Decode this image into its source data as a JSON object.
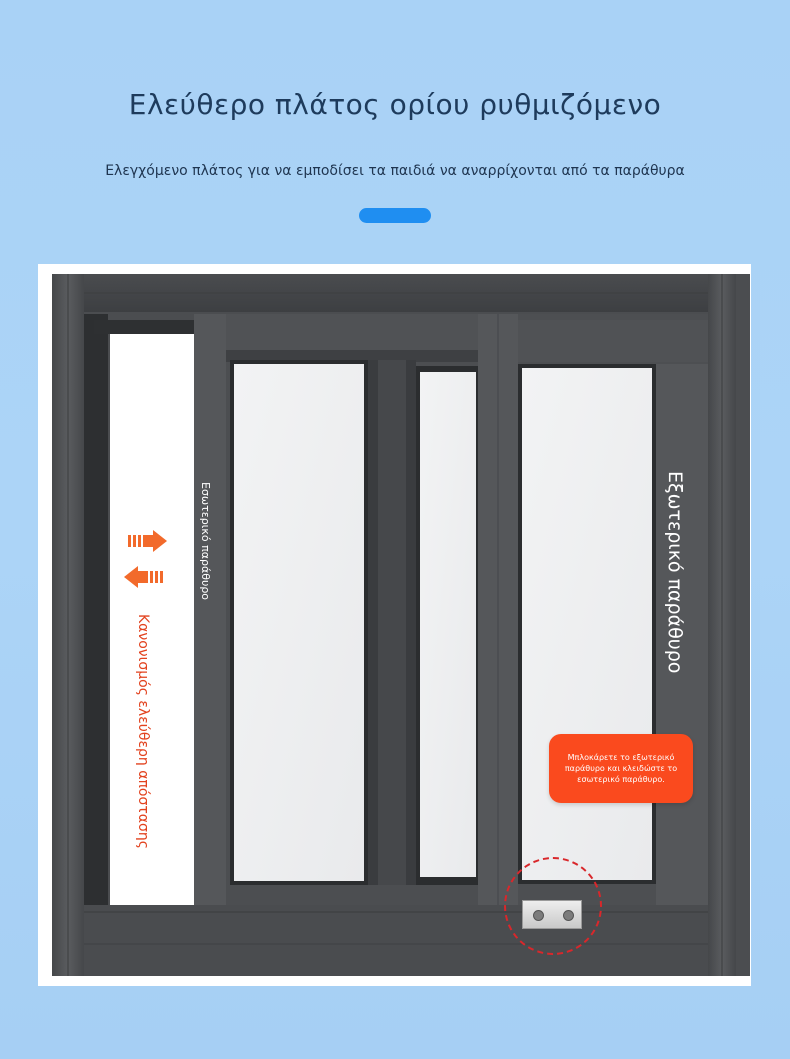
{
  "heading": {
    "title": "Ελεύθερο πλάτος ορίου ρυθμιζόμενο",
    "subtitle": "Ελεγχόμενο πλάτος για να εμποδίσει τα παιδιά να αναρρίχονται από τα παράθυρα"
  },
  "window": {
    "inner_label": "Εσωτερικό παράθυρο",
    "outer_label": "Εξωτερικό παράθυρο",
    "distance_label": "Κανονισμός ελεύθερη απόστασης",
    "callout": "Μπλοκάρετε το εξωτερικό παράθυρο και κλειδώστε το εσωτερικό παράθυρο."
  },
  "colors": {
    "background": "#abd3f6",
    "accent_pill": "#1f8ef1",
    "frame": "#4d4f51",
    "glass": "#f4f5f6",
    "callout": "#fa4a1e",
    "arrows": "#f26a2b",
    "dashed_circle": "#d9272b"
  },
  "icons": {
    "right_arrow": "arrow-right-icon",
    "left_arrow": "arrow-left-icon",
    "lock": "window-lock-icon"
  }
}
